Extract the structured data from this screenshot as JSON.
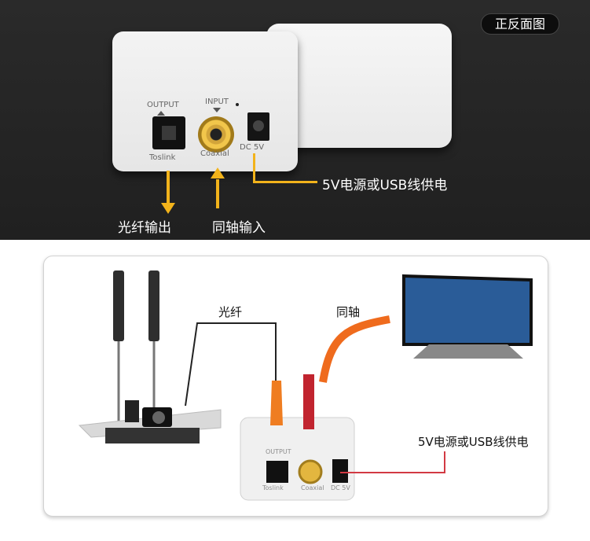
{
  "badge": "正反面图",
  "top": {
    "output_label": "OUTPUT",
    "input_label": "INPUT",
    "toslink_label": "Toslink",
    "coaxial_label": "Coaxial",
    "dc_label": "DC 5V",
    "power_caption": "5V电源或USB线供电",
    "optical_caption": "光纤输出",
    "coax_caption": "同轴输入"
  },
  "bottom": {
    "fiber_label": "光纤",
    "coax_label": "同轴",
    "power_caption": "5V电源或USB线供电",
    "output_label": "OUTPUT",
    "toslink_label": "Toslink",
    "coaxial_label": "Coaxial",
    "dc_label": "DC 5V"
  },
  "colors": {
    "accent_yellow": "#f2b31b",
    "wire_red": "#d23a43",
    "coax_orange": "#ef6b1d"
  }
}
